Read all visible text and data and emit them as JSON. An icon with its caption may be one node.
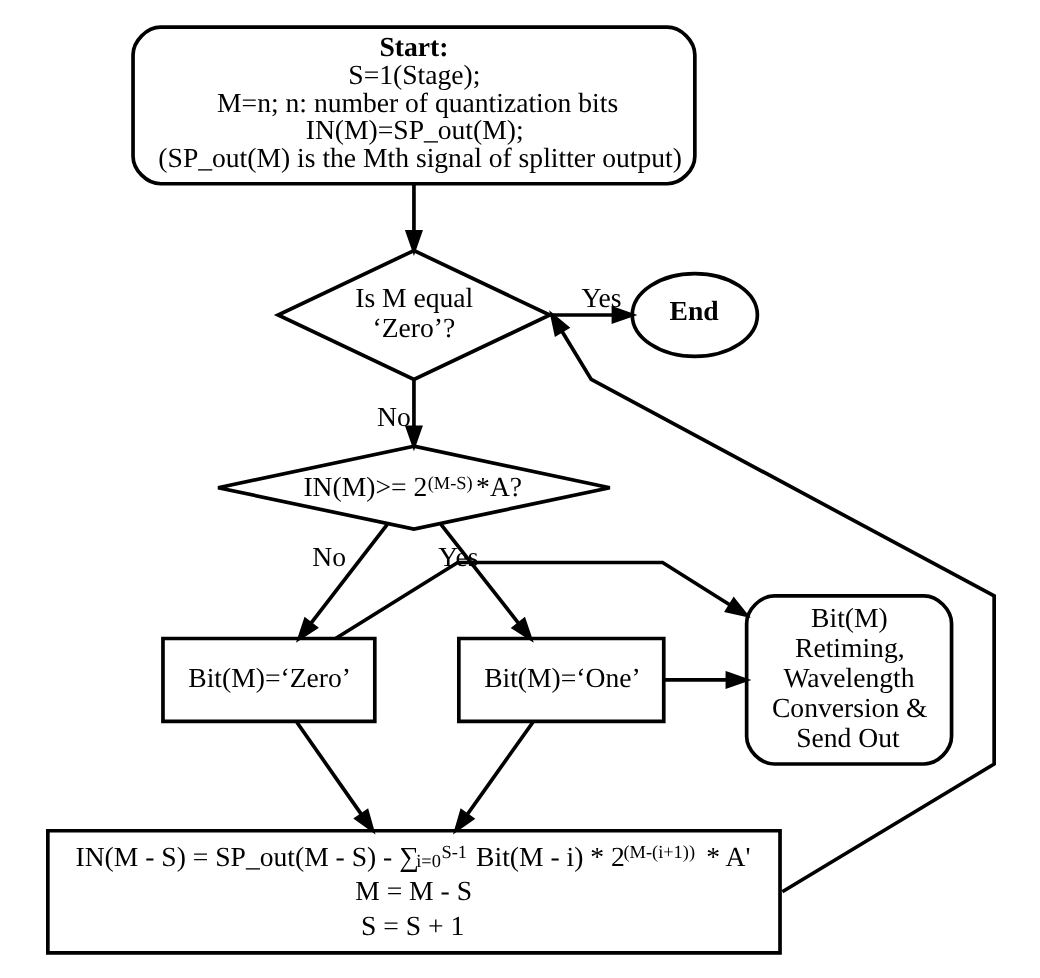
{
  "diagram": {
    "nodes": [
      {
        "text": [
          "Start:",
          "S=1(Stage);",
          "M=n; n: number of quantization bits",
          "IN(M)=SP_out(M);",
          "(SP_out(M) is the Mth signal of splitter output)"
        ]
      },
      {
        "text": [
          "End"
        ]
      },
      {
        "text": [
          "Is M equal ‘Zero’?"
        ]
      },
      {
        "text": [
          "IN(M)>= 2$^{(M-S)}$*A?"
        ]
      },
      {
        "text": [
          "Bit(M)=‘Zero’"
        ]
      },
      {
        "text": [
          "Bit(M) Retiming, Wavelength Conversion & Send Out"
        ]
      },
      {
        "text": [
          "Bit(M)=‘One’"
        ]
      },
      {
        "text": [
          "IN(M - S) = SP_out(M - S) - ∑$_{i=0}$$^{S-1}$ Bit(M - i) * 2$^{(M-(i+1))}$ * A'",
          "M = M - S",
          "S = S + 1"
        ]
      }
    ],
    "edges": [
      {
        "from": 0,
        "to": 2,
        "arrow": "to"
      },
      {
        "from": 2,
        "to": 1,
        "arrow": "to",
        "label": "Yes"
      },
      {
        "from": 2,
        "to": 3,
        "arrow": "to",
        "label": "No"
      },
      {
        "from": 3,
        "to": 4,
        "arrow": "to",
        "label": "No"
      },
      {
        "from": 3,
        "to": 6,
        "arrow": "to",
        "label": "Yes"
      },
      {
        "from": 4,
        "to": 5,
        "arrow": "to"
      },
      {
        "from": 6,
        "to": 5,
        "arrow": "to"
      },
      {
        "from": 4,
        "to": 7,
        "arrow": "to"
      },
      {
        "from": 6,
        "to": 7,
        "arrow": "to"
      },
      {
        "from": 7,
        "to": 2,
        "arrow": "to"
      }
    ]
  }
}
